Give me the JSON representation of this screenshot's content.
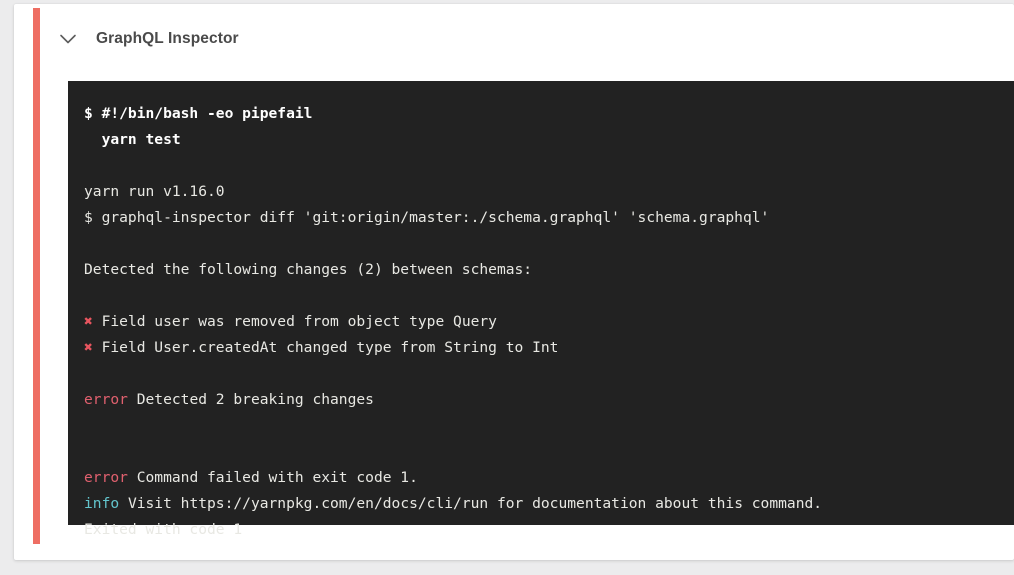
{
  "card": {
    "status_color": "#ee6e63"
  },
  "header": {
    "title": "GraphQL Inspector",
    "chevron_icon": "chevron-down-icon"
  },
  "terminal": {
    "background": "#222222",
    "colors": {
      "text": "#e8e8e3",
      "bold_text": "#ffffff",
      "error": "#e0606e",
      "info": "#63c5cd",
      "mark": "#e8555f"
    },
    "lines": [
      {
        "id": "l1",
        "style": "bold",
        "segments": [
          {
            "class": "tok-text",
            "text": "$ #!/bin/bash -eo pipefail"
          }
        ]
      },
      {
        "id": "l2",
        "style": "bold",
        "segments": [
          {
            "class": "tok-text",
            "text": "  yarn test"
          }
        ]
      },
      {
        "id": "l3",
        "style": "blank",
        "segments": [
          {
            "class": "tok-text",
            "text": " "
          }
        ]
      },
      {
        "id": "l4",
        "style": "",
        "segments": [
          {
            "class": "tok-text",
            "text": "yarn run v1.16.0"
          }
        ]
      },
      {
        "id": "l5",
        "style": "",
        "segments": [
          {
            "class": "tok-text",
            "text": "$ graphql-inspector diff 'git:origin/master:./schema.graphql' 'schema.graphql'"
          }
        ]
      },
      {
        "id": "l6",
        "style": "blank",
        "segments": [
          {
            "class": "tok-text",
            "text": " "
          }
        ]
      },
      {
        "id": "l7",
        "style": "",
        "segments": [
          {
            "class": "tok-text",
            "text": "Detected the following changes (2) between schemas:"
          }
        ]
      },
      {
        "id": "l8",
        "style": "blank",
        "segments": [
          {
            "class": "tok-text",
            "text": " "
          }
        ]
      },
      {
        "id": "l9",
        "style": "",
        "segments": [
          {
            "class": "tok-mark",
            "text": "✖"
          },
          {
            "class": "tok-text",
            "text": " Field user was removed from object type Query"
          }
        ]
      },
      {
        "id": "l10",
        "style": "",
        "segments": [
          {
            "class": "tok-mark",
            "text": "✖"
          },
          {
            "class": "tok-text",
            "text": " Field User.createdAt changed type from String to Int"
          }
        ]
      },
      {
        "id": "l11",
        "style": "blank",
        "segments": [
          {
            "class": "tok-text",
            "text": " "
          }
        ]
      },
      {
        "id": "l12",
        "style": "",
        "segments": [
          {
            "class": "tok-error",
            "text": "error"
          },
          {
            "class": "tok-text",
            "text": " Detected 2 breaking changes"
          }
        ]
      },
      {
        "id": "l13",
        "style": "blank",
        "segments": [
          {
            "class": "tok-text",
            "text": " "
          }
        ]
      },
      {
        "id": "l14",
        "style": "blank",
        "segments": [
          {
            "class": "tok-text",
            "text": " "
          }
        ]
      },
      {
        "id": "l15",
        "style": "",
        "segments": [
          {
            "class": "tok-error",
            "text": "error"
          },
          {
            "class": "tok-text",
            "text": " Command failed with exit code 1."
          }
        ]
      },
      {
        "id": "l16",
        "style": "",
        "segments": [
          {
            "class": "tok-info",
            "text": "info"
          },
          {
            "class": "tok-text",
            "text": " Visit https://yarnpkg.com/en/docs/cli/run for documentation about this command."
          }
        ]
      },
      {
        "id": "l17",
        "style": "",
        "segments": [
          {
            "class": "tok-text",
            "text": "Exited with code 1"
          }
        ]
      }
    ]
  }
}
